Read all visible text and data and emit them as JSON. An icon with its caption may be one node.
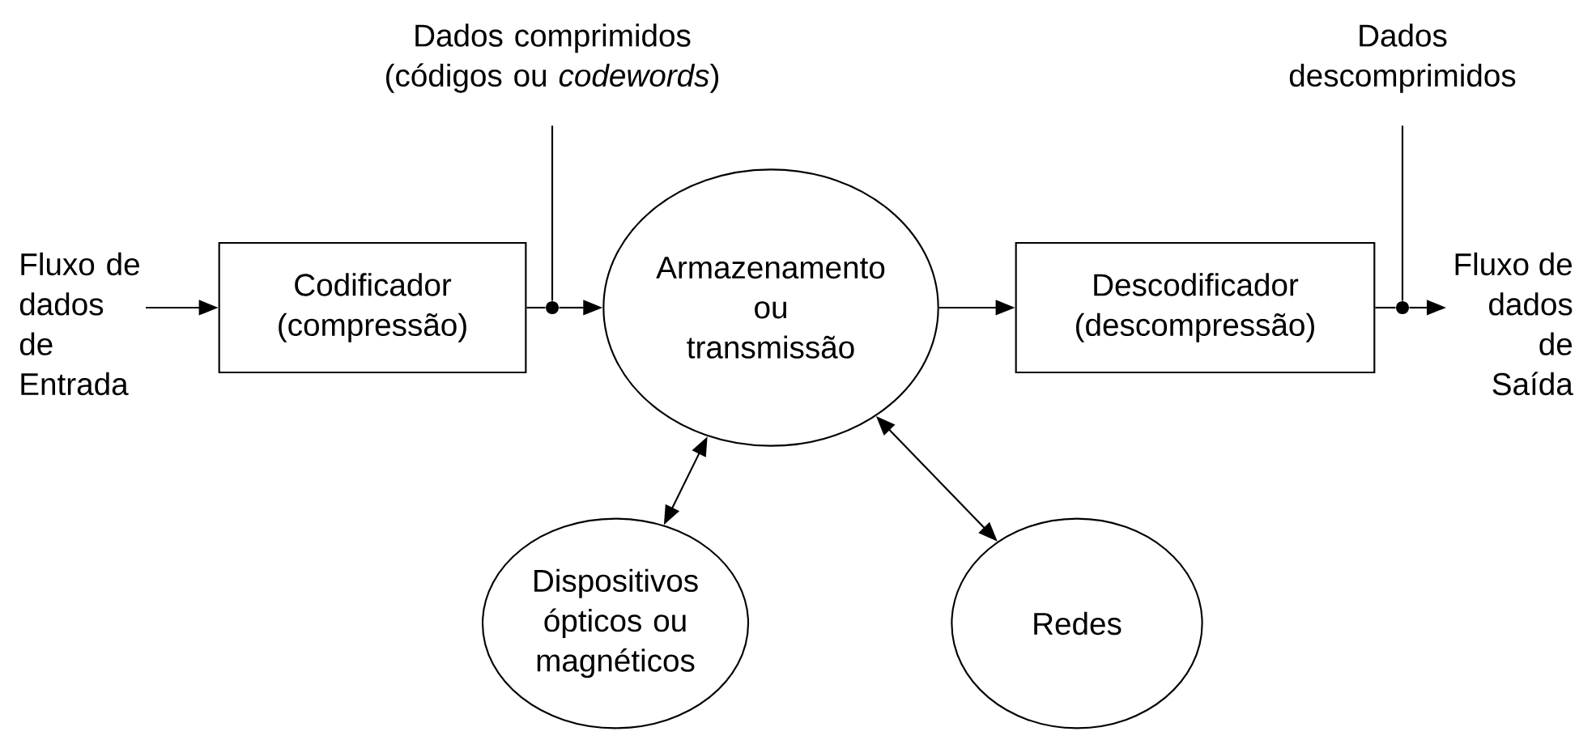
{
  "diagram": {
    "nodes": [
      {
        "text": [
          "Fluxo de dados de Entrada"
        ]
      },
      {
        "text": [
          "Codificador (compressão)"
        ]
      },
      {
        "text": [
          "Armazenamento ou transmissão"
        ]
      },
      {
        "text": [
          "Descodificador (descompressão)"
        ]
      },
      {
        "text": [
          "Fluxo de dados de Saída"
        ]
      },
      {
        "text": [
          "Dispositivos ópticos ou magnéticos"
        ]
      },
      {
        "text": [
          "Redes"
        ]
      },
      {
        "text": [],
        "shape": "circle"
      },
      {
        "text": [
          "Dados comprimidos (códigos ou *codewords*)"
        ]
      },
      {
        "text": [],
        "shape": "circle"
      },
      {
        "text": [
          "Dados descomprimidos"
        ]
      }
    ],
    "edges": [
      {
        "from": 0,
        "to": 1,
        "arrow": "to"
      },
      {
        "from": 1,
        "to": 7,
        "arrow": "none"
      },
      {
        "from": 7,
        "to": 2,
        "arrow": "to"
      },
      {
        "from": 8,
        "to": 7,
        "arrow": "none"
      },
      {
        "from": 2,
        "to": 3,
        "arrow": "to"
      },
      {
        "from": 3,
        "to": 9,
        "arrow": "none"
      },
      {
        "from": 9,
        "to": 4,
        "arrow": "to"
      },
      {
        "from": 10,
        "to": 9,
        "arrow": "none"
      },
      {
        "from": 2,
        "to": 5,
        "arrow": "both"
      },
      {
        "from": 2,
        "to": 6,
        "arrow": "both"
      }
    ]
  }
}
